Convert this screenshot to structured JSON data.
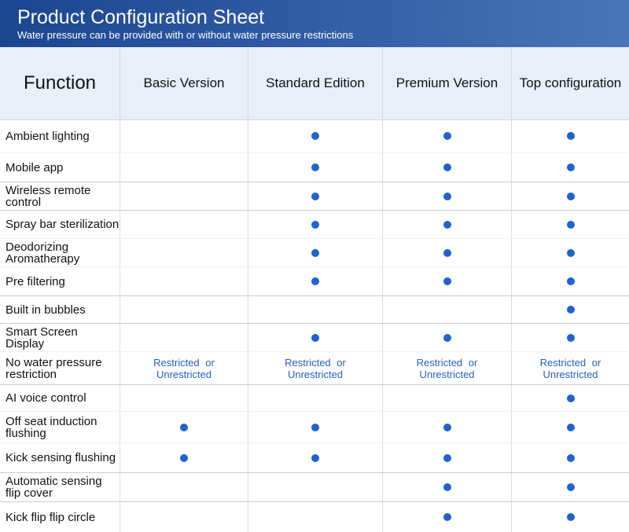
{
  "header": {
    "title": "Product Configuration Sheet",
    "subtitle": "Water pressure can be provided with or without water pressure restrictions"
  },
  "columns": [
    "Function",
    "Basic Version",
    "Standard Edition",
    "Premium Version",
    "Top configuration"
  ],
  "accent": "#1e63cf",
  "rows": [
    {
      "function": "Ambient lighting",
      "values": [
        false,
        true,
        true,
        true
      ]
    },
    {
      "function": "Mobile app",
      "values": [
        false,
        true,
        true,
        true
      ]
    },
    {
      "function": "Wireless remote control",
      "values": [
        false,
        true,
        true,
        true
      ]
    },
    {
      "function": "Spray bar sterilization",
      "values": [
        false,
        true,
        true,
        true
      ]
    },
    {
      "function": "Deodorizing Aromatherapy",
      "values": [
        false,
        true,
        true,
        true
      ]
    },
    {
      "function": "Pre filtering",
      "values": [
        false,
        true,
        true,
        true
      ]
    },
    {
      "function": "Built in bubbles",
      "values": [
        false,
        false,
        false,
        true
      ]
    },
    {
      "function": "Smart Screen Display",
      "values": [
        false,
        true,
        true,
        true
      ]
    },
    {
      "function": "No water pressure restriction",
      "values": [
        "Restricted or Unrestricted",
        "Restricted or Unrestricted",
        "Restricted or Unrestricted",
        "Restricted or Unrestricted"
      ]
    },
    {
      "function": "AI voice control",
      "values": [
        false,
        false,
        false,
        true
      ]
    },
    {
      "function": "Off seat induction flushing",
      "values": [
        true,
        true,
        true,
        true
      ]
    },
    {
      "function": "Kick sensing flushing",
      "values": [
        true,
        true,
        true,
        true
      ]
    },
    {
      "function": "Automatic sensing flip cover",
      "values": [
        false,
        false,
        true,
        true
      ]
    },
    {
      "function": "Kick flip flip circle",
      "values": [
        false,
        false,
        true,
        true
      ]
    }
  ]
}
